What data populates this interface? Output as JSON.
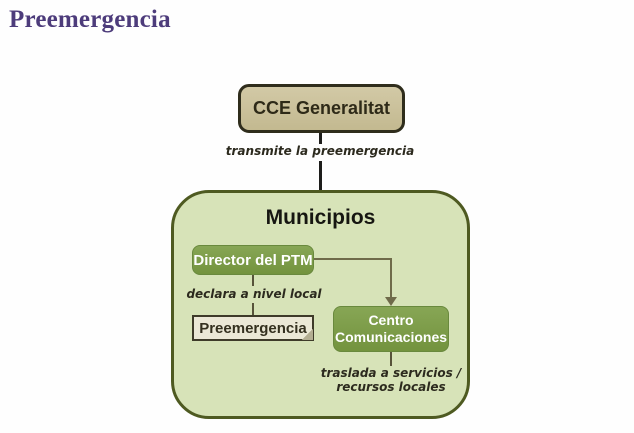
{
  "page_title": "Preemergencia",
  "diagram": {
    "cce_label": "CCE Generalitat",
    "edge_transmite_label": "transmite la preemergencia",
    "municipios_title": "Municipios",
    "director_label": "Director del PTM",
    "edge_declara_label": "declara a nivel local",
    "preemergencia_label": "Preemergencia",
    "centro_line1": "Centro",
    "centro_line2": "Comunicaciones",
    "edge_traslada_line1": "traslada a servicios /",
    "edge_traslada_line2": "recursos locales"
  },
  "colors": {
    "title_text": "#4d3c7b",
    "node_green": "#7c9d4a",
    "container_fill": "#d7e3b8",
    "container_border": "#4e5a21",
    "cce_fill": "#c9c099",
    "cce_border": "#2f2d1c",
    "preemergencia_fill": "#ebe8d6",
    "connector_dark": "#1d1d1b",
    "connector_olive": "#6f6b4a"
  }
}
